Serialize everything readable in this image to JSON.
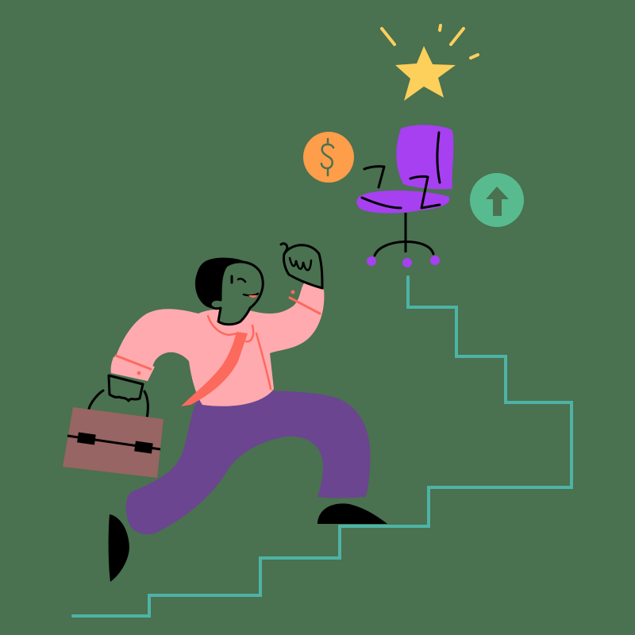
{
  "illustration": {
    "title": "Career growth: businessman climbing stairs toward an office chair",
    "background_color": "#4A7150",
    "elements": {
      "star": {
        "label": "star",
        "color": "#FDD05B"
      },
      "coin": {
        "label": "dollar coin",
        "symbol": "$",
        "color": "#FE9D4A",
        "symbol_color": "#4A7150"
      },
      "arrow_badge": {
        "label": "up arrow",
        "color": "#58BB8F",
        "arrow_color": "#4A7150"
      },
      "chair": {
        "label": "office chair",
        "color": "#A640F0"
      },
      "stairs": {
        "label": "staircase",
        "color": "#4DB3A6"
      },
      "person": {
        "label": "businessman",
        "shirt_color": "#FFAAAE",
        "tie_color": "#FC6A5D",
        "pants_color": "#6B4590",
        "skin_color": "#4A7150",
        "hair_color": "#000000",
        "shoe_color": "#000000"
      },
      "briefcase": {
        "label": "briefcase",
        "color": "#976563"
      }
    }
  }
}
